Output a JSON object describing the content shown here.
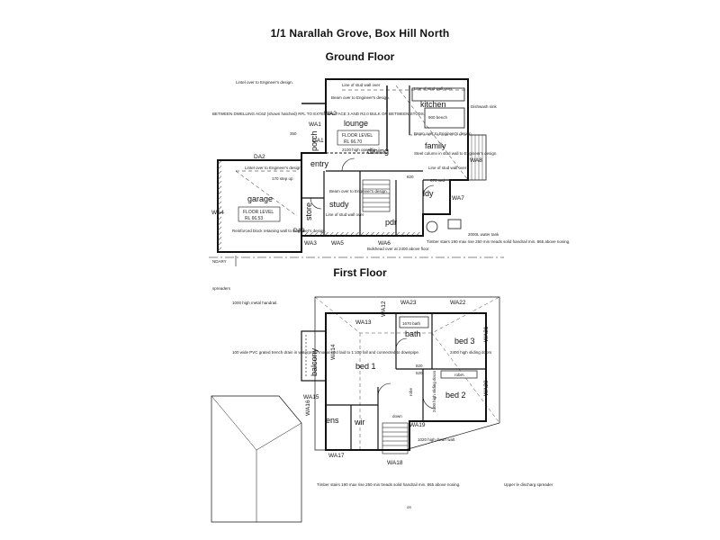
{
  "header": {
    "title": "1/1 Narallah Grove, Box Hill North"
  },
  "ground_floor": {
    "title": "Ground Floor",
    "rooms": {
      "kitchen": "kitchen",
      "lounge": "lounge",
      "dining": "dining",
      "family": "family",
      "entry": "entry",
      "porch": "porch",
      "garage": "garage",
      "study": "study",
      "store": "store",
      "ldy": "ldy",
      "pdr": "pdr"
    },
    "levels": {
      "floor_label": "FLOOR LEVEL",
      "main_rl": "RL 66.70",
      "garage_rl": "RL 66.53"
    },
    "windows": [
      "WA1",
      "WA2",
      "WA3",
      "WA4",
      "WA5",
      "WA6",
      "WA7",
      "WA8",
      "DA1",
      "DA2",
      "DA3"
    ],
    "notes": {
      "lintel_1": "Lintel over to Engineer's design.",
      "lintel_2": "Lintel over to Engineer's design.",
      "stud_wall_1": "Line of stud wall over",
      "beam_1": "Beam over to Engineer's design.",
      "bench": "900 bench",
      "dishwasher": "Dishwash sink",
      "stud_wall_2": "Line of stud wall over",
      "boundary": "BETWEEN DWELLING AC6Z (shown hatched) RFL TO EXTERNAL FACE 3 AND R2.0 BULK ON BETWEEN STUDS.",
      "opening": "2100 high opening",
      "steel_column": "Steel column in stud wall to Engineer's design.",
      "beam_2": "Beam over to Engineer's design.",
      "stud_wall_3": "Line of stud wall over",
      "steps": "170 step up",
      "beam_3": "Beam over to Engineer's design.",
      "stud_wall_4": "Line of stud wall over",
      "retaining": "Reinforced block retaining wall to Engineer's design.",
      "bulkhead": "Bulkhead over at 2400 above floor.",
      "stairs": "Timber stairs 190 max rise 250 min treads solid handrail min. 865 above nosing.",
      "tank": "2000L water tank",
      "dim_350": "350",
      "dim_820": "820",
      "dim_670": "670 sed",
      "boundary_label": "NDARY"
    }
  },
  "first_floor": {
    "title": "First Floor",
    "rooms": {
      "bed1": "bed 1",
      "bed2": "bed 2",
      "bed3": "bed 3",
      "bath": "bath",
      "ens": "ens",
      "wir": "wir",
      "balcony": "balcony",
      "robe": "robe",
      "robe2": "robe"
    },
    "windows": [
      "WA12",
      "WA13",
      "WA14",
      "WA15",
      "WA16",
      "WA17",
      "WA18",
      "WA19",
      "WA20",
      "WA21",
      "WA22",
      "WA23"
    ],
    "notes": {
      "spreaders": "spreaders",
      "handrail": "1000 high metal handrail.",
      "trench": "100 wide PVC grated trench drain in waterproof mortar bed laid to 1:100 fall and connected to downpipe.",
      "sliding_3": "2400 high sliding doors",
      "sliding_2": "2400 high sliding doors",
      "dwarf": "1020 high dwarf wall.",
      "stairs": "Timber stairs 190 max rise 250 min treads solid handrail min. 865 above nosing.",
      "upper": "Upper le discharg spreader",
      "down": "down",
      "bath_size": "1670 bath",
      "dim_820": "820",
      "dim_620": "620",
      "on": "on"
    }
  }
}
